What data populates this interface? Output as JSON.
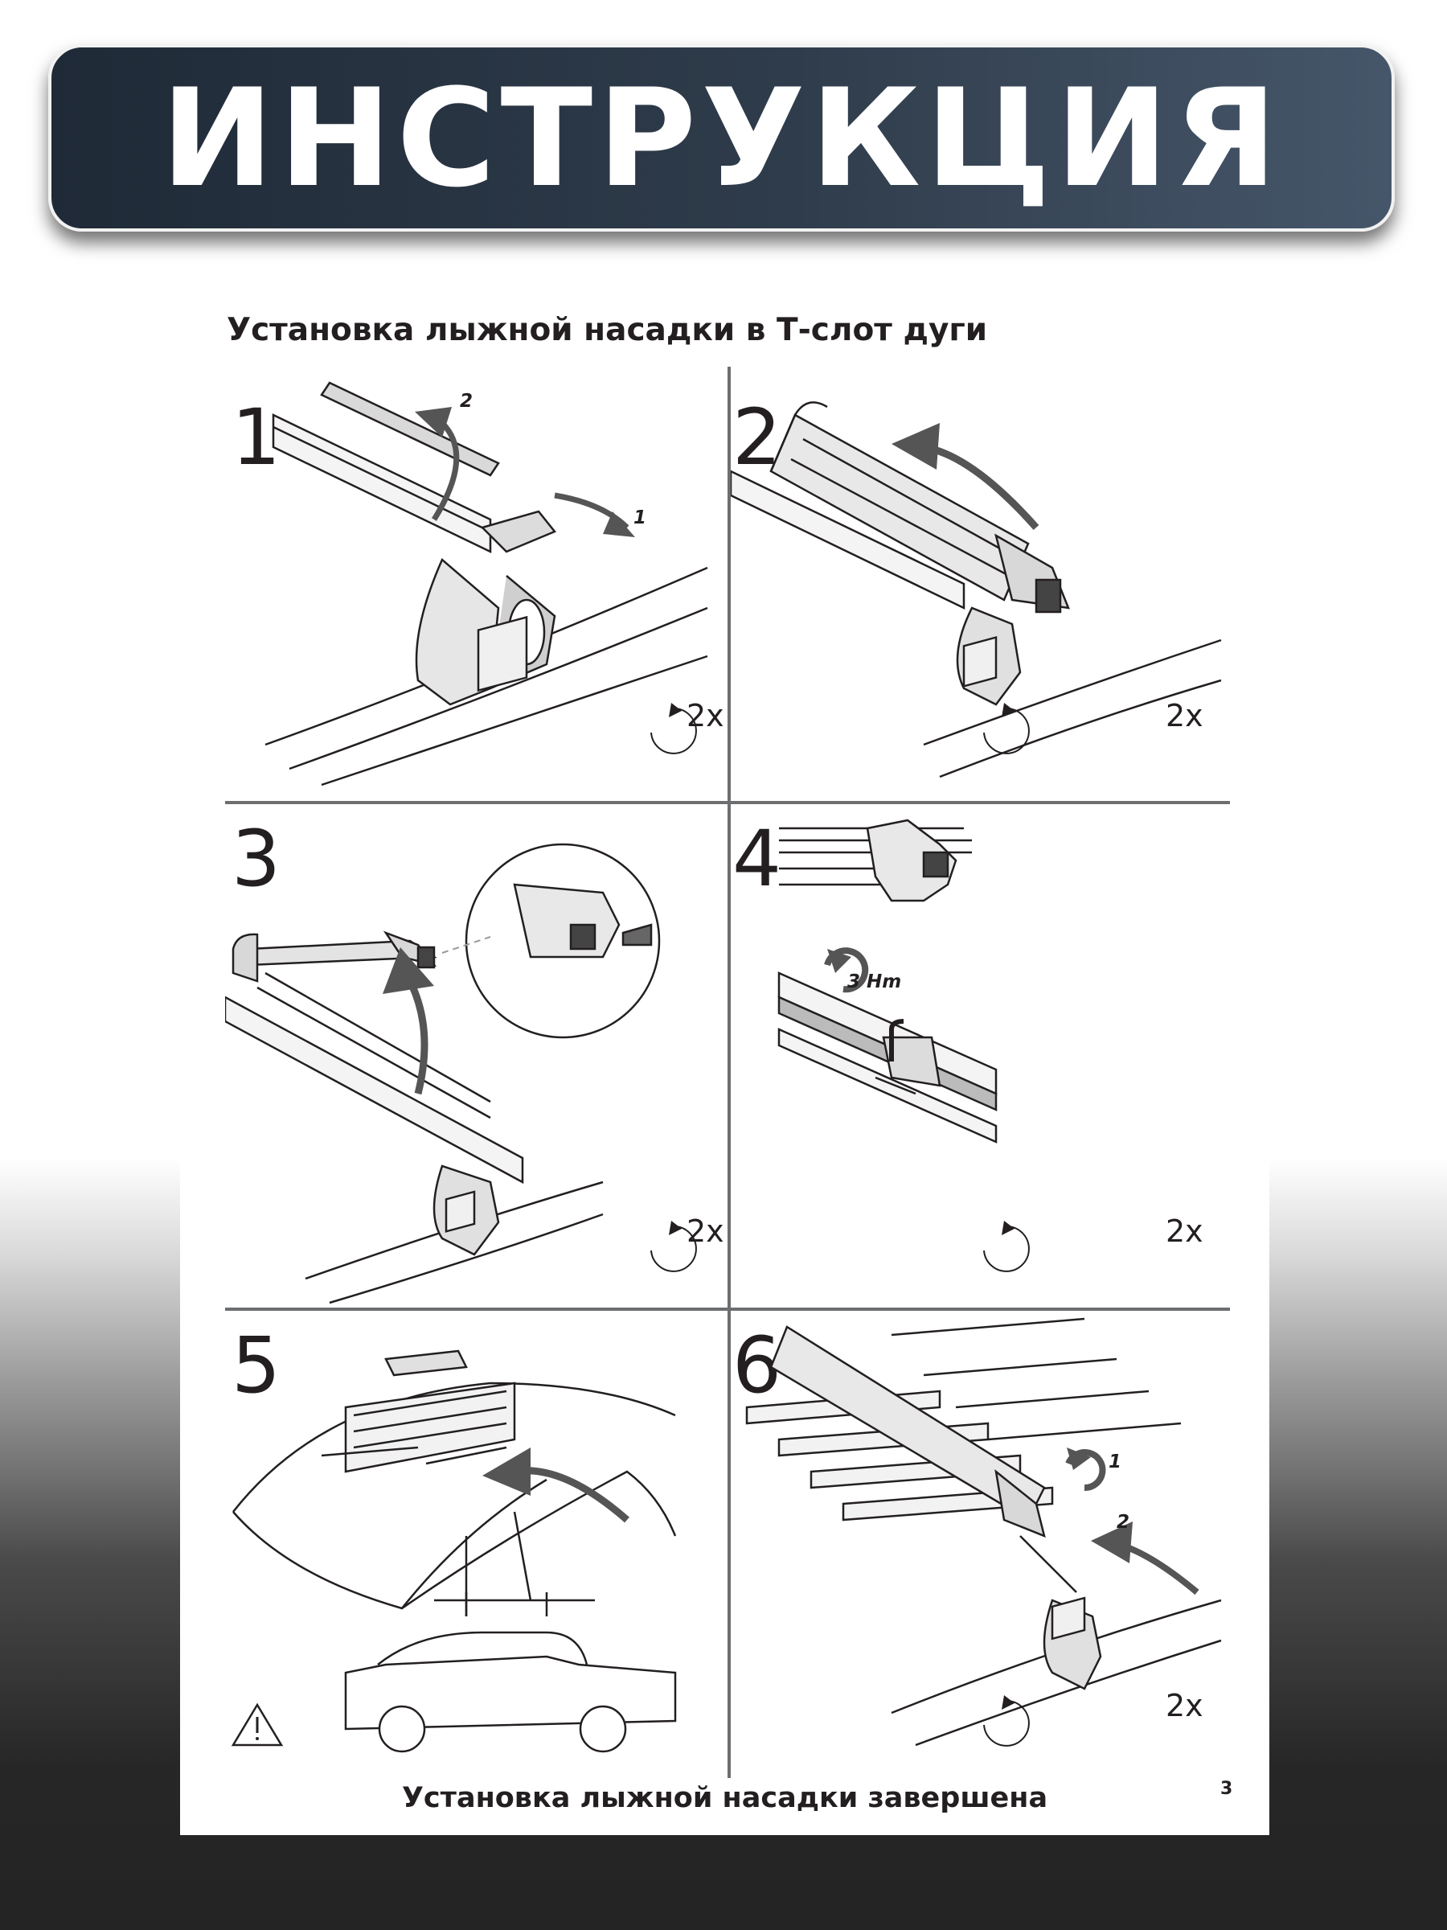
{
  "banner": {
    "title": "ИНСТРУКЦИЯ"
  },
  "document": {
    "title": "Установка лыжной насадки в Т-слот дуги",
    "footer": "Установка лыжной насадки завершена",
    "page_number": "3"
  },
  "steps": [
    {
      "number": "1",
      "rotation": "2x",
      "arrow_labels": [
        "2",
        "1"
      ]
    },
    {
      "number": "2",
      "rotation": "2x"
    },
    {
      "number": "3",
      "rotation": "2x"
    },
    {
      "number": "4",
      "rotation": "2x",
      "torque": "3 Hm"
    },
    {
      "number": "5"
    },
    {
      "number": "6",
      "rotation": "2x",
      "arrow_labels": [
        "1",
        "2"
      ]
    }
  ]
}
